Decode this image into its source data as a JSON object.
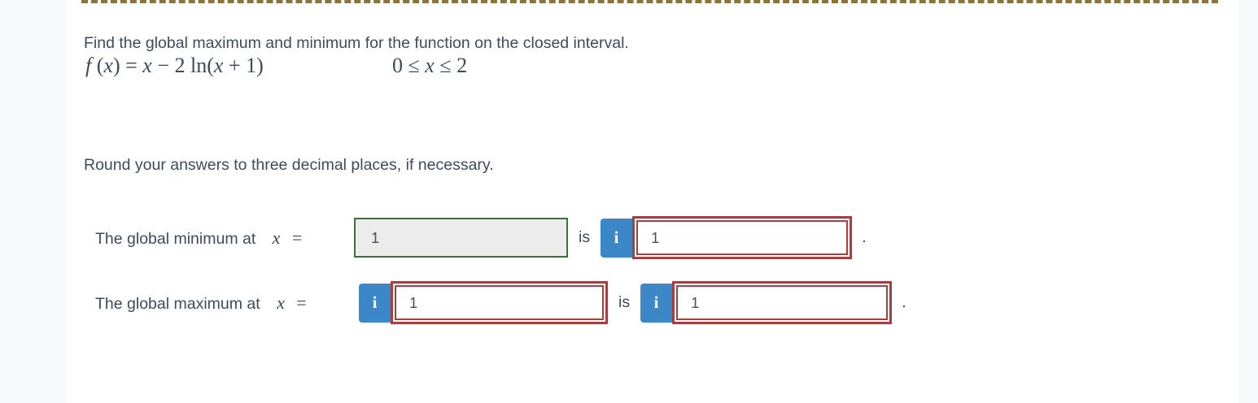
{
  "colors": {
    "accent_blue": "#3b87c8",
    "incorrect_red": "#a04340",
    "correct_green": "#3e6d3e",
    "dashed_divider": "#8b7435",
    "text_slate": "#3d4b5c",
    "disabled_field_bg": "#ececec",
    "gutter_bg": "#f8f9fa"
  },
  "icons": {
    "info": "i"
  },
  "question": {
    "prompt": "Find the global maximum and minimum for the function on the closed interval.",
    "formula_parts": [
      {
        "text": "f",
        "italic": true
      },
      {
        "text": " (",
        "italic": false
      },
      {
        "text": "x",
        "italic": true
      },
      {
        "text": ") = ",
        "italic": false
      },
      {
        "text": "x",
        "italic": true
      },
      {
        "text": " − 2 ln(",
        "italic": false
      },
      {
        "text": "x",
        "italic": true
      },
      {
        "text": " + 1)",
        "italic": false
      }
    ],
    "interval_parts": [
      {
        "text": "0 ≤ ",
        "italic": false
      },
      {
        "text": "x",
        "italic": true
      },
      {
        "text": " ≤ 2",
        "italic": false
      }
    ],
    "instruction": "Round your answers to three decimal places, if necessary."
  },
  "rows": [
    {
      "label": "The global minimum at",
      "var": "x",
      "equals": "=",
      "x_field": {
        "value": "1",
        "state": "correct-disabled"
      },
      "is_label": "is",
      "y_field": {
        "value": "1",
        "state": "incorrect"
      },
      "terminator": "."
    },
    {
      "label": "The global maximum at",
      "var": "x",
      "equals": "=",
      "x_field": {
        "value": "1",
        "state": "incorrect"
      },
      "is_label": "is",
      "y_field": {
        "value": "1",
        "state": "incorrect"
      },
      "terminator": "."
    }
  ]
}
